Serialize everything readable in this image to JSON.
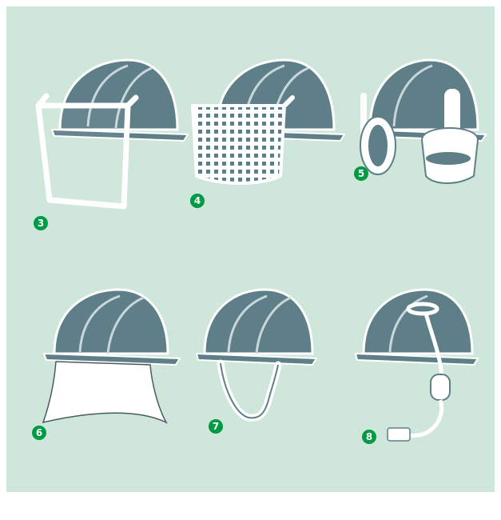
{
  "colors": {
    "background": "#cfe6da",
    "helmet": "#5f7f88",
    "helmet_light": "#c9d7dc",
    "accessory_fill": "#ffffff",
    "badge": "#009a44"
  },
  "items": [
    {
      "number": "3",
      "accessory": "clear-visor"
    },
    {
      "number": "4",
      "accessory": "mesh-visor"
    },
    {
      "number": "5",
      "accessory": "ear-muffs"
    },
    {
      "number": "6",
      "accessory": "neck-cape"
    },
    {
      "number": "7",
      "accessory": "chin-strap"
    },
    {
      "number": "8",
      "accessory": "headset-microphone"
    }
  ]
}
